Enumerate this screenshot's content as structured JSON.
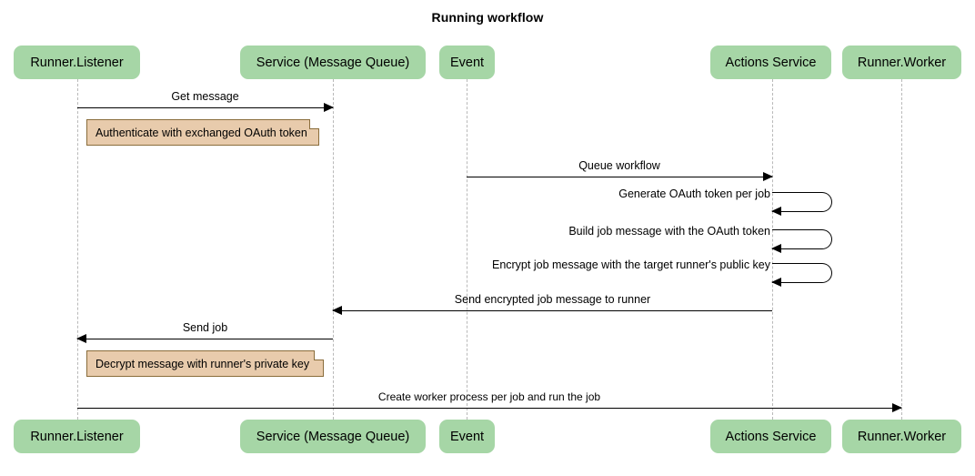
{
  "title": "Running workflow",
  "participants": [
    {
      "id": "runner-listener",
      "label": "Runner.Listener"
    },
    {
      "id": "service-message-queue",
      "label": "Service (Message Queue)"
    },
    {
      "id": "event",
      "label": "Event"
    },
    {
      "id": "actions-service",
      "label": "Actions Service"
    },
    {
      "id": "runner-worker",
      "label": "Runner.Worker"
    }
  ],
  "messages": [
    {
      "id": "get-message",
      "label": "Get message",
      "from": "runner-listener",
      "to": "service-message-queue",
      "direction": "right"
    },
    {
      "id": "queue-workflow",
      "label": "Queue workflow",
      "from": "event",
      "to": "actions-service",
      "direction": "right"
    },
    {
      "id": "generate-oauth-token-per-job",
      "label": "Generate OAuth token per job",
      "from": "actions-service",
      "to": "actions-service",
      "direction": "self"
    },
    {
      "id": "build-job-message-with-the-oauth-token",
      "label": "Build job message with the OAuth token",
      "from": "actions-service",
      "to": "actions-service",
      "direction": "self"
    },
    {
      "id": "encrypt-job-message-with-the-target-runners-public-key",
      "label": "Encrypt job message with the target runner's public key",
      "from": "actions-service",
      "to": "actions-service",
      "direction": "self"
    },
    {
      "id": "send-encrypted-job-message-to-runner",
      "label": "Send encrypted job message to runner",
      "from": "actions-service",
      "to": "service-message-queue",
      "direction": "left"
    },
    {
      "id": "send-job",
      "label": "Send job",
      "from": "service-message-queue",
      "to": "runner-listener",
      "direction": "left"
    },
    {
      "id": "create-worker-process-per-job-and-run-the-job",
      "label": "Create worker process per job and run the job",
      "from": "runner-listener",
      "to": "runner-worker",
      "direction": "right"
    }
  ],
  "notes": [
    {
      "id": "note-authenticate",
      "label": "Authenticate with exchanged OAuth token"
    },
    {
      "id": "note-decrypt",
      "label": "Decrypt message with runner's private key"
    }
  ],
  "colors": {
    "participant_fill": "#a6d6a6",
    "note_fill": "#e8cbac",
    "note_border": "#8a6d3b",
    "lifeline": "#b9b9b9",
    "arrow": "#000000",
    "background": "#ffffff"
  }
}
